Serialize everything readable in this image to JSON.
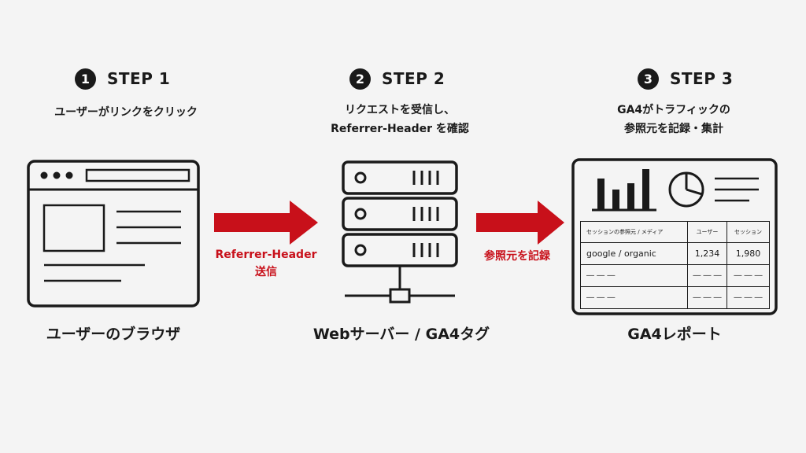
{
  "steps": [
    {
      "number": "1",
      "label": "STEP 1",
      "description": [
        "ユーザーがリンクをクリック"
      ],
      "node_label": "ユーザーのブラウザ"
    },
    {
      "number": "2",
      "label": "STEP 2",
      "description": [
        "リクエストを受信し、",
        "Referrer-Header を確認"
      ],
      "node_label": "Webサーバー / GA4タグ"
    },
    {
      "number": "3",
      "label": "STEP 3",
      "description": [
        "GA4がトラフィックの",
        "参照元を記録・集計"
      ],
      "node_label": "GA4レポート"
    }
  ],
  "arrows": [
    {
      "label": [
        "Referrer-Header",
        "送信"
      ]
    },
    {
      "label": [
        "参照元を記録"
      ]
    }
  ],
  "report_table": {
    "headers": [
      "セッションの参照元 / メディア",
      "ユーザー",
      "セッション"
    ],
    "rows": [
      [
        "google / organic",
        "1,234",
        "1,980"
      ],
      [
        "― ― ―",
        "― ― ―",
        "― ― ―"
      ],
      [
        "― ― ―",
        "― ― ―",
        "― ― ―"
      ]
    ]
  },
  "colors": {
    "accent": "#c8101a",
    "ink": "#1a1a1a",
    "background": "#f4f4f4"
  }
}
